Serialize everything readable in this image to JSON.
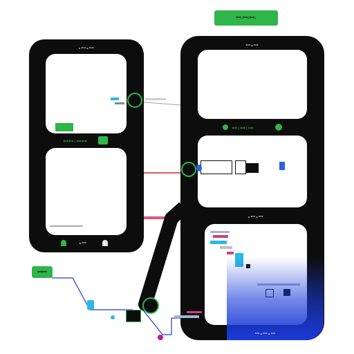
{
  "top_badge": {
    "label": "ꟷ꞊ꟷ꞊ꟷ꞊"
  },
  "left_device": {
    "title": "꞊ꟷ꞊ꟷ",
    "mid_label": "ꟷꟷ꞊ꟷꟷ",
    "bottom_label": "꞊ꟷ"
  },
  "right_device": {
    "title": "ꟷ꞊ꟷ",
    "mid_label": "ꟷ꞊ꟷ꞊ꟷ",
    "lower_label": "꞊ꟷ꞊ꟷ",
    "footer_label": "ꟷ꞊ꟷ꞊ꟷ"
  },
  "floating_badge": {
    "label": "ꟷꟷ"
  },
  "colors": {
    "frame": "#0d0d0d",
    "accent_green": "#2fb54a",
    "accent_blue": "#1a3ad8",
    "accent_cyan": "#2ab8e8",
    "accent_magenta": "#c2188f",
    "accent_red": "#d8232a"
  }
}
